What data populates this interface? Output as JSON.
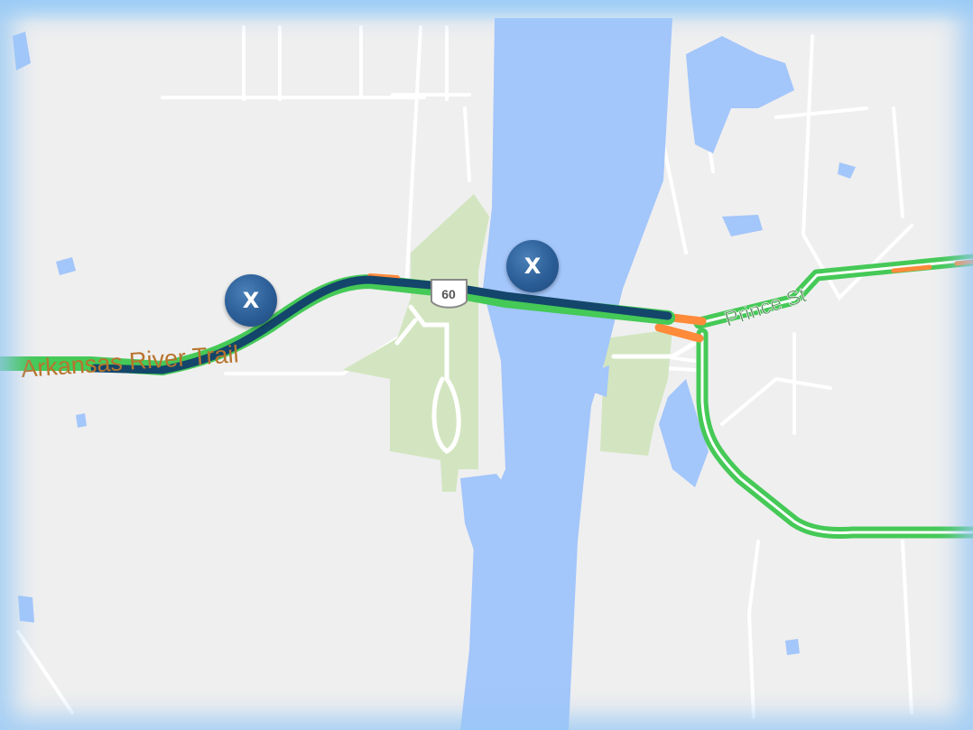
{
  "map": {
    "roads": {
      "west_route_label": "Arkansas River Trail",
      "east_street_label": "Prince St",
      "highway_shield": "60"
    },
    "markers": [
      {
        "name": "marker-west",
        "symbol": "X",
        "icon": "close-icon"
      },
      {
        "name": "marker-river",
        "symbol": "X",
        "icon": "close-icon"
      }
    ],
    "colors": {
      "land": "#efefef",
      "water": "#a3c6fb",
      "park": "#d2e5c0",
      "traffic_clear": "#45c957",
      "traffic_slow": "#ff8a3a",
      "selected_route": "#13466a",
      "marker": "#2b5d96"
    }
  }
}
